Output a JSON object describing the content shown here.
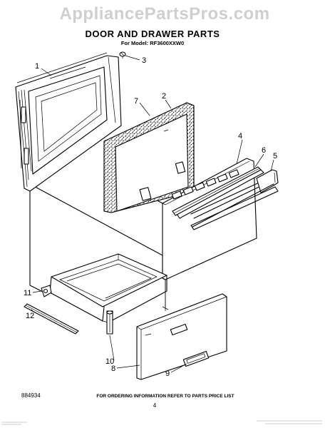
{
  "watermark": "AppliancePartsPros.com",
  "title": "DOOR AND DRAWER PARTS",
  "subtitle": "For Model: RF3600XXW0",
  "callouts": {
    "c1": "1",
    "c2": "2",
    "c3": "3",
    "c4": "4",
    "c5": "5",
    "c6": "6",
    "c7": "7",
    "c8": "8",
    "c9": "9",
    "c10": "10",
    "c11": "11",
    "c12": "12"
  },
  "footer": {
    "note": "FOR ORDERING INFORMATION REFER TO PARTS PRICE LIST",
    "doc_number": "884934",
    "page_number": "4"
  }
}
